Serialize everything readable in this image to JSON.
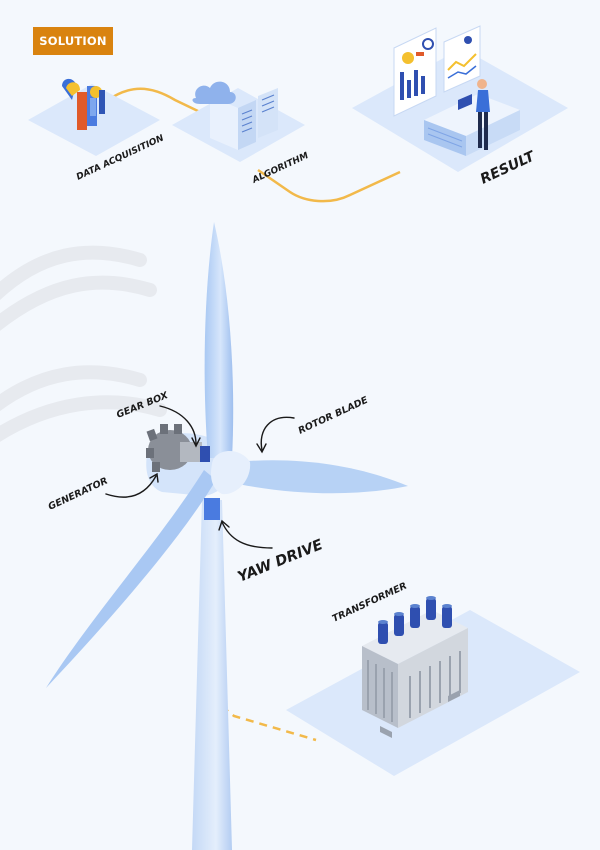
{
  "badge": {
    "label": "SOLUTION"
  },
  "pipeline": {
    "steps": [
      {
        "label": "DATA ACQUISITION"
      },
      {
        "label": "ALGORITHM"
      },
      {
        "label": "RESULT"
      }
    ]
  },
  "turbine": {
    "callouts": {
      "gear_box": "GEAR BOX",
      "rotor_blade": "ROTOR BLADE",
      "generator": "GENERATOR",
      "yaw_drive": "YAW DRIVE",
      "transformer": "TRANSFORMER"
    }
  },
  "colors": {
    "accent_orange": "#d9830f",
    "connector_yellow": "#f2b94a",
    "platform_blue": "#dbe8fb",
    "turbine_blue": "#b7d2f5",
    "dark_navy": "#1f3a8a"
  }
}
